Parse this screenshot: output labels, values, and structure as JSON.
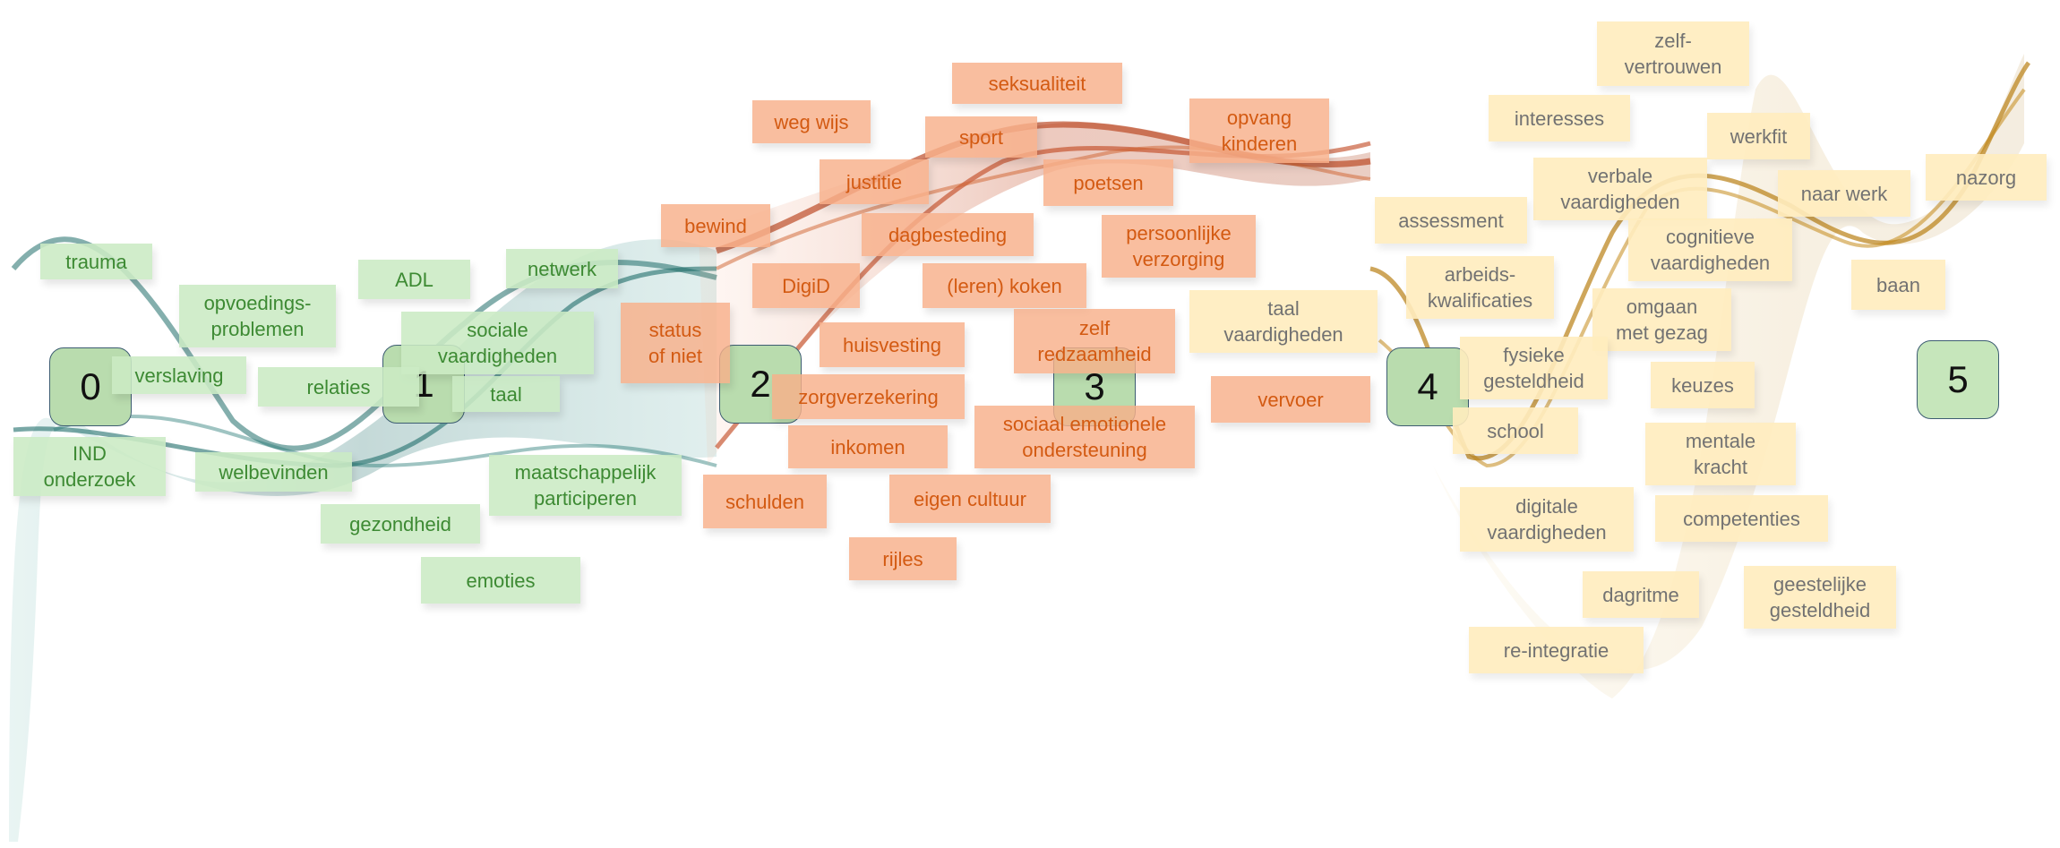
{
  "colors": {
    "green_label_bg": "#cbebc4",
    "green_label_text": "#3d8a33",
    "orange_label_bg": "#f8b08a",
    "orange_label_text": "#d35a12",
    "yellow_label_bg": "#ffecbe",
    "yellow_label_text": "#727272",
    "stage_fill": "#b9dcae",
    "stage_border": "#3d5d72",
    "ribbon_teal": "#1f6e6a",
    "ribbon_red": "#c0421a",
    "ribbon_gold": "#c48a1a"
  },
  "stages": [
    "0",
    "1",
    "2",
    "3",
    "4",
    "5"
  ],
  "groups": {
    "green": [
      "trauma",
      "opvoedings-\nproblemen",
      "ADL",
      "netwerk",
      "verslaving",
      "sociale\nvaardigheden",
      "relaties",
      "taal",
      "IND\nonderzoek",
      "welbevinden",
      "maatschappelijk\nparticiperen",
      "gezondheid",
      "emoties"
    ],
    "orange": [
      "seksualiteit",
      "weg wijs",
      "sport",
      "opvang\nkinderen",
      "justitie",
      "poetsen",
      "bewind",
      "dagbesteding",
      "persoonlijke\nverzorging",
      "DigiD",
      "(leren) koken",
      "status\nof niet",
      "huisvesting",
      "zelf\nredzaamheid",
      "zorgverzekering",
      "vervoer",
      "sociaal emotionele\nondersteuning",
      "inkomen",
      "schulden",
      "eigen cultuur",
      "rijles"
    ],
    "yellow": [
      "zelf-\nvertrouwen",
      "interesses",
      "werkfit",
      "verbale\nvaardigheden",
      "naar werk",
      "nazorg",
      "assessment",
      "cognitieve\nvaardigheden",
      "arbeids-\nkwalificaties",
      "baan",
      "taal\nvaardigheden",
      "omgaan\nmet gezag",
      "fysieke\ngesteldheid",
      "keuzes",
      "school",
      "mentale\nkracht",
      "digitale\nvaardigheden",
      "competenties",
      "dagritme",
      "geestelijke\ngesteldheid",
      "re-integratie"
    ]
  }
}
